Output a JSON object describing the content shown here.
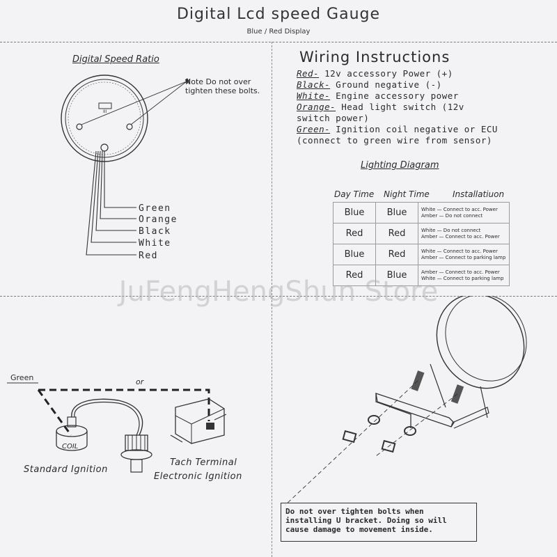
{
  "header": {
    "title": "Digital Lcd speed Gauge",
    "subtitle": "Blue / Red Display"
  },
  "speed_ratio": {
    "heading": "Digital Speed Ratio",
    "note": [
      "Note Do not over",
      "tighten these bolts."
    ],
    "wires": [
      "Green",
      "Orange",
      "Black",
      "White",
      "Red"
    ]
  },
  "wiring": {
    "title": "Wiring Instructions",
    "items": [
      {
        "color": "Red-",
        "text": " 12v accessory Power (+)"
      },
      {
        "color": "Black-",
        "text": " Ground negative (-)"
      },
      {
        "color": "White-",
        "text": " Engine accessory power"
      },
      {
        "color": "Orange-",
        "text": " Head light switch (12v"
      },
      {
        "color": "",
        "text": "switch power)"
      },
      {
        "color": "Green-",
        "text": " Ignition coil negative or ECU"
      },
      {
        "color": "",
        "text": "(connect to green wire from sensor)"
      }
    ]
  },
  "lighting": {
    "heading": "Lighting Diagram",
    "columns": [
      "Day Time",
      "Night Time",
      "Installatiuon"
    ],
    "rows": [
      {
        "day": "Blue",
        "night": "Blue",
        "inst": [
          "White — Connect to acc. Power",
          "Amber — Do not connect"
        ]
      },
      {
        "day": "Red",
        "night": "Red",
        "inst": [
          "White — Do not connect",
          "Amber — Connect to acc. Power"
        ]
      },
      {
        "day": "Blue",
        "night": "Red",
        "inst": [
          "White — Connect to acc. Power",
          "Amber — Connect to parking lamp"
        ]
      },
      {
        "day": "Red",
        "night": "Blue",
        "inst": [
          "Amber — Connect to acc. Power",
          "White — Connect to parking lamp"
        ]
      }
    ]
  },
  "watermark": "JuFengHengShun Store",
  "ignition": {
    "green_label": "Green",
    "or_label": "or",
    "coil_label": "COIL",
    "standard": "Standard Ignition",
    "tach_line1": "Tach Terminal",
    "tach_line2": "Electronic Ignition"
  },
  "bracket": {
    "warning": "Do not over tighten bolts when installing U bracket. Doing so will cause damage to movement inside."
  }
}
